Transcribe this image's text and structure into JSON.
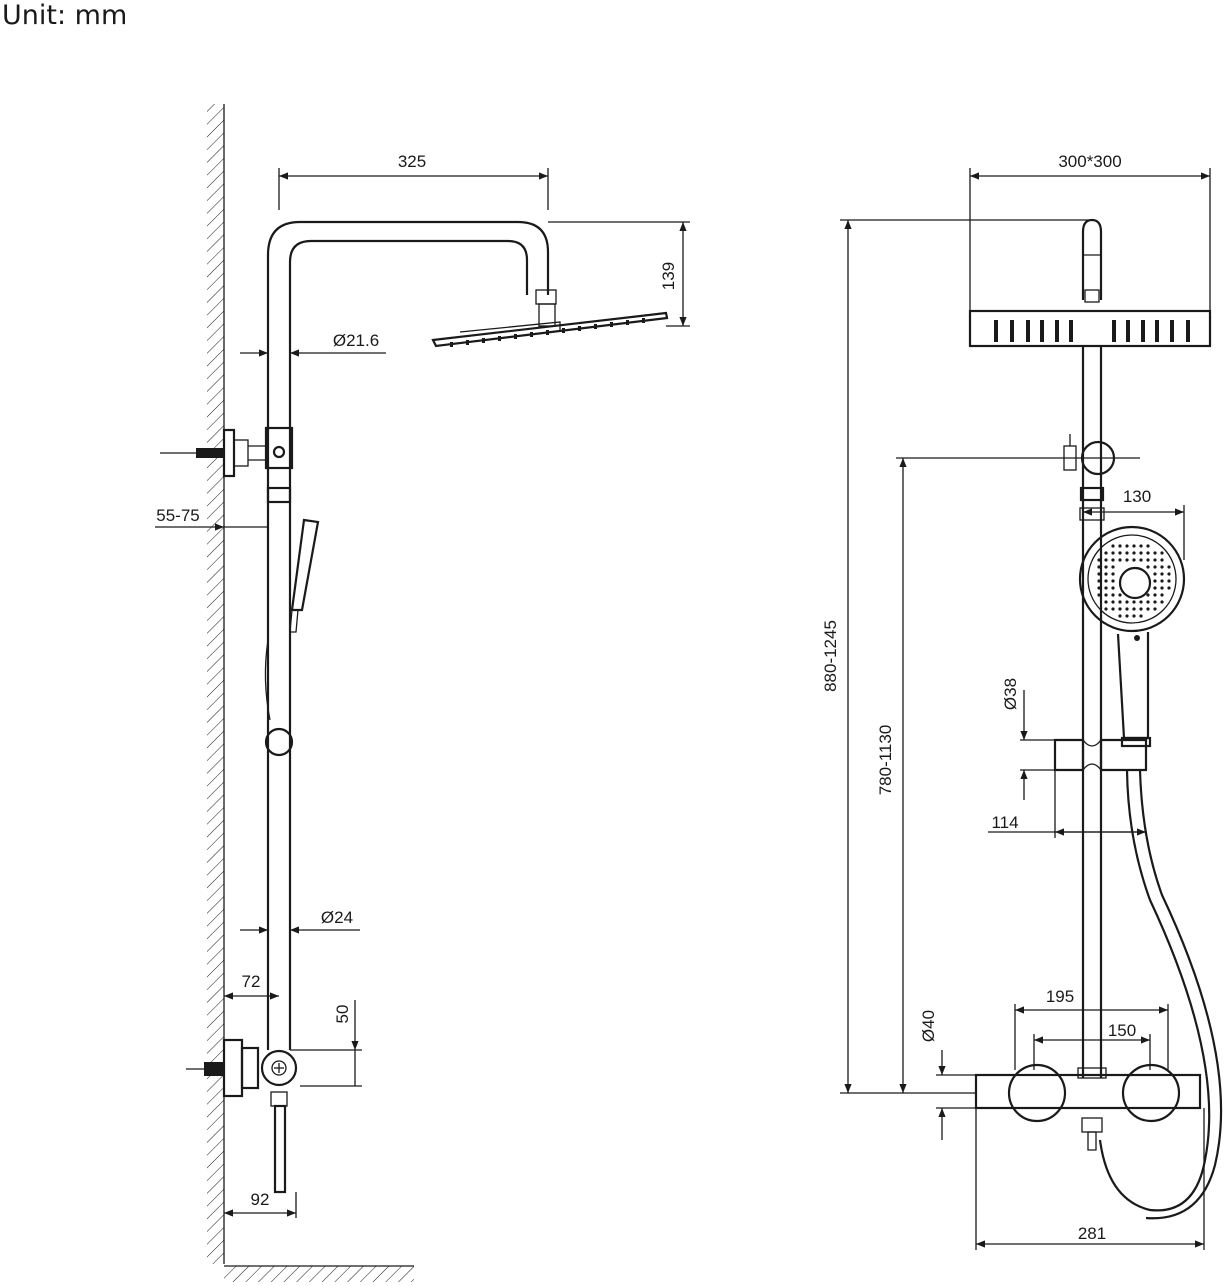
{
  "unit_label": "Unit: mm",
  "side_view": {
    "dims": {
      "arm_reach": "325",
      "head_height": "139",
      "pipe_top_dia": "Ø21.6",
      "bracket_offset": "55-75",
      "pipe_bottom_dia": "Ø24",
      "valve_offset": "72",
      "outlet_height": "50",
      "bottom_offset": "92"
    }
  },
  "front_view": {
    "dims": {
      "head_size": "300*300",
      "total_height": "880-1245",
      "bracket_height": "780-1130",
      "hand_shower_dia": "130",
      "holder_dia": "Ø38",
      "holder_height": "114",
      "pipe_dia": "Ø40",
      "handle_span": "195",
      "inlet_centres": "150",
      "valve_width": "281"
    }
  }
}
